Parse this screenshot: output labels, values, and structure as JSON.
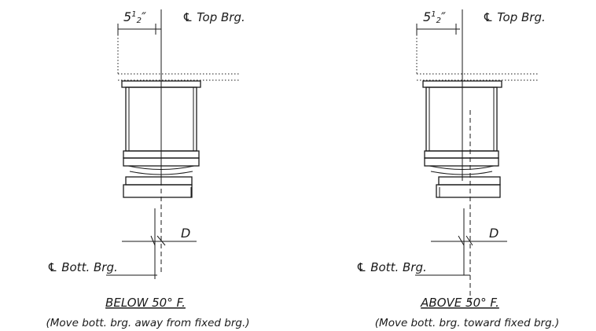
{
  "panels": [
    {
      "id": "left",
      "dim_top_prefix": "5",
      "dim_top_frac": "1",
      "dim_top_denom": "2",
      "dim_top_suffix": "″",
      "top_brg_label": "℄ Top Brg.",
      "d_label": "D",
      "bott_brg_label": "℄ Bott. Brg.",
      "case_title": "BELOW 50° F.",
      "case_note": "(Move bott. brg. away from fixed brg.)"
    },
    {
      "id": "right",
      "dim_top_prefix": "5",
      "dim_top_frac": "1",
      "dim_top_denom": "2",
      "dim_top_suffix": "″",
      "top_brg_label": "℄ Top Brg.",
      "d_label": "D",
      "bott_brg_label": "℄ Bott. Brg.",
      "case_title": "ABOVE 50° F.",
      "case_note": "(Move bott. brg. toward fixed brg.)"
    }
  ]
}
